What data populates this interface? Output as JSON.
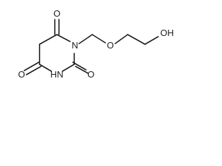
{
  "molecule": {
    "atoms": {
      "o_top": "O",
      "n1": "N",
      "o_ether": "O",
      "oh": "OH",
      "o_right": "O",
      "nh": "HN",
      "o_left": "O"
    }
  },
  "colors": {
    "bond": "#1a1a1a",
    "label": "#1a1a1a",
    "background": "#ffffff"
  }
}
